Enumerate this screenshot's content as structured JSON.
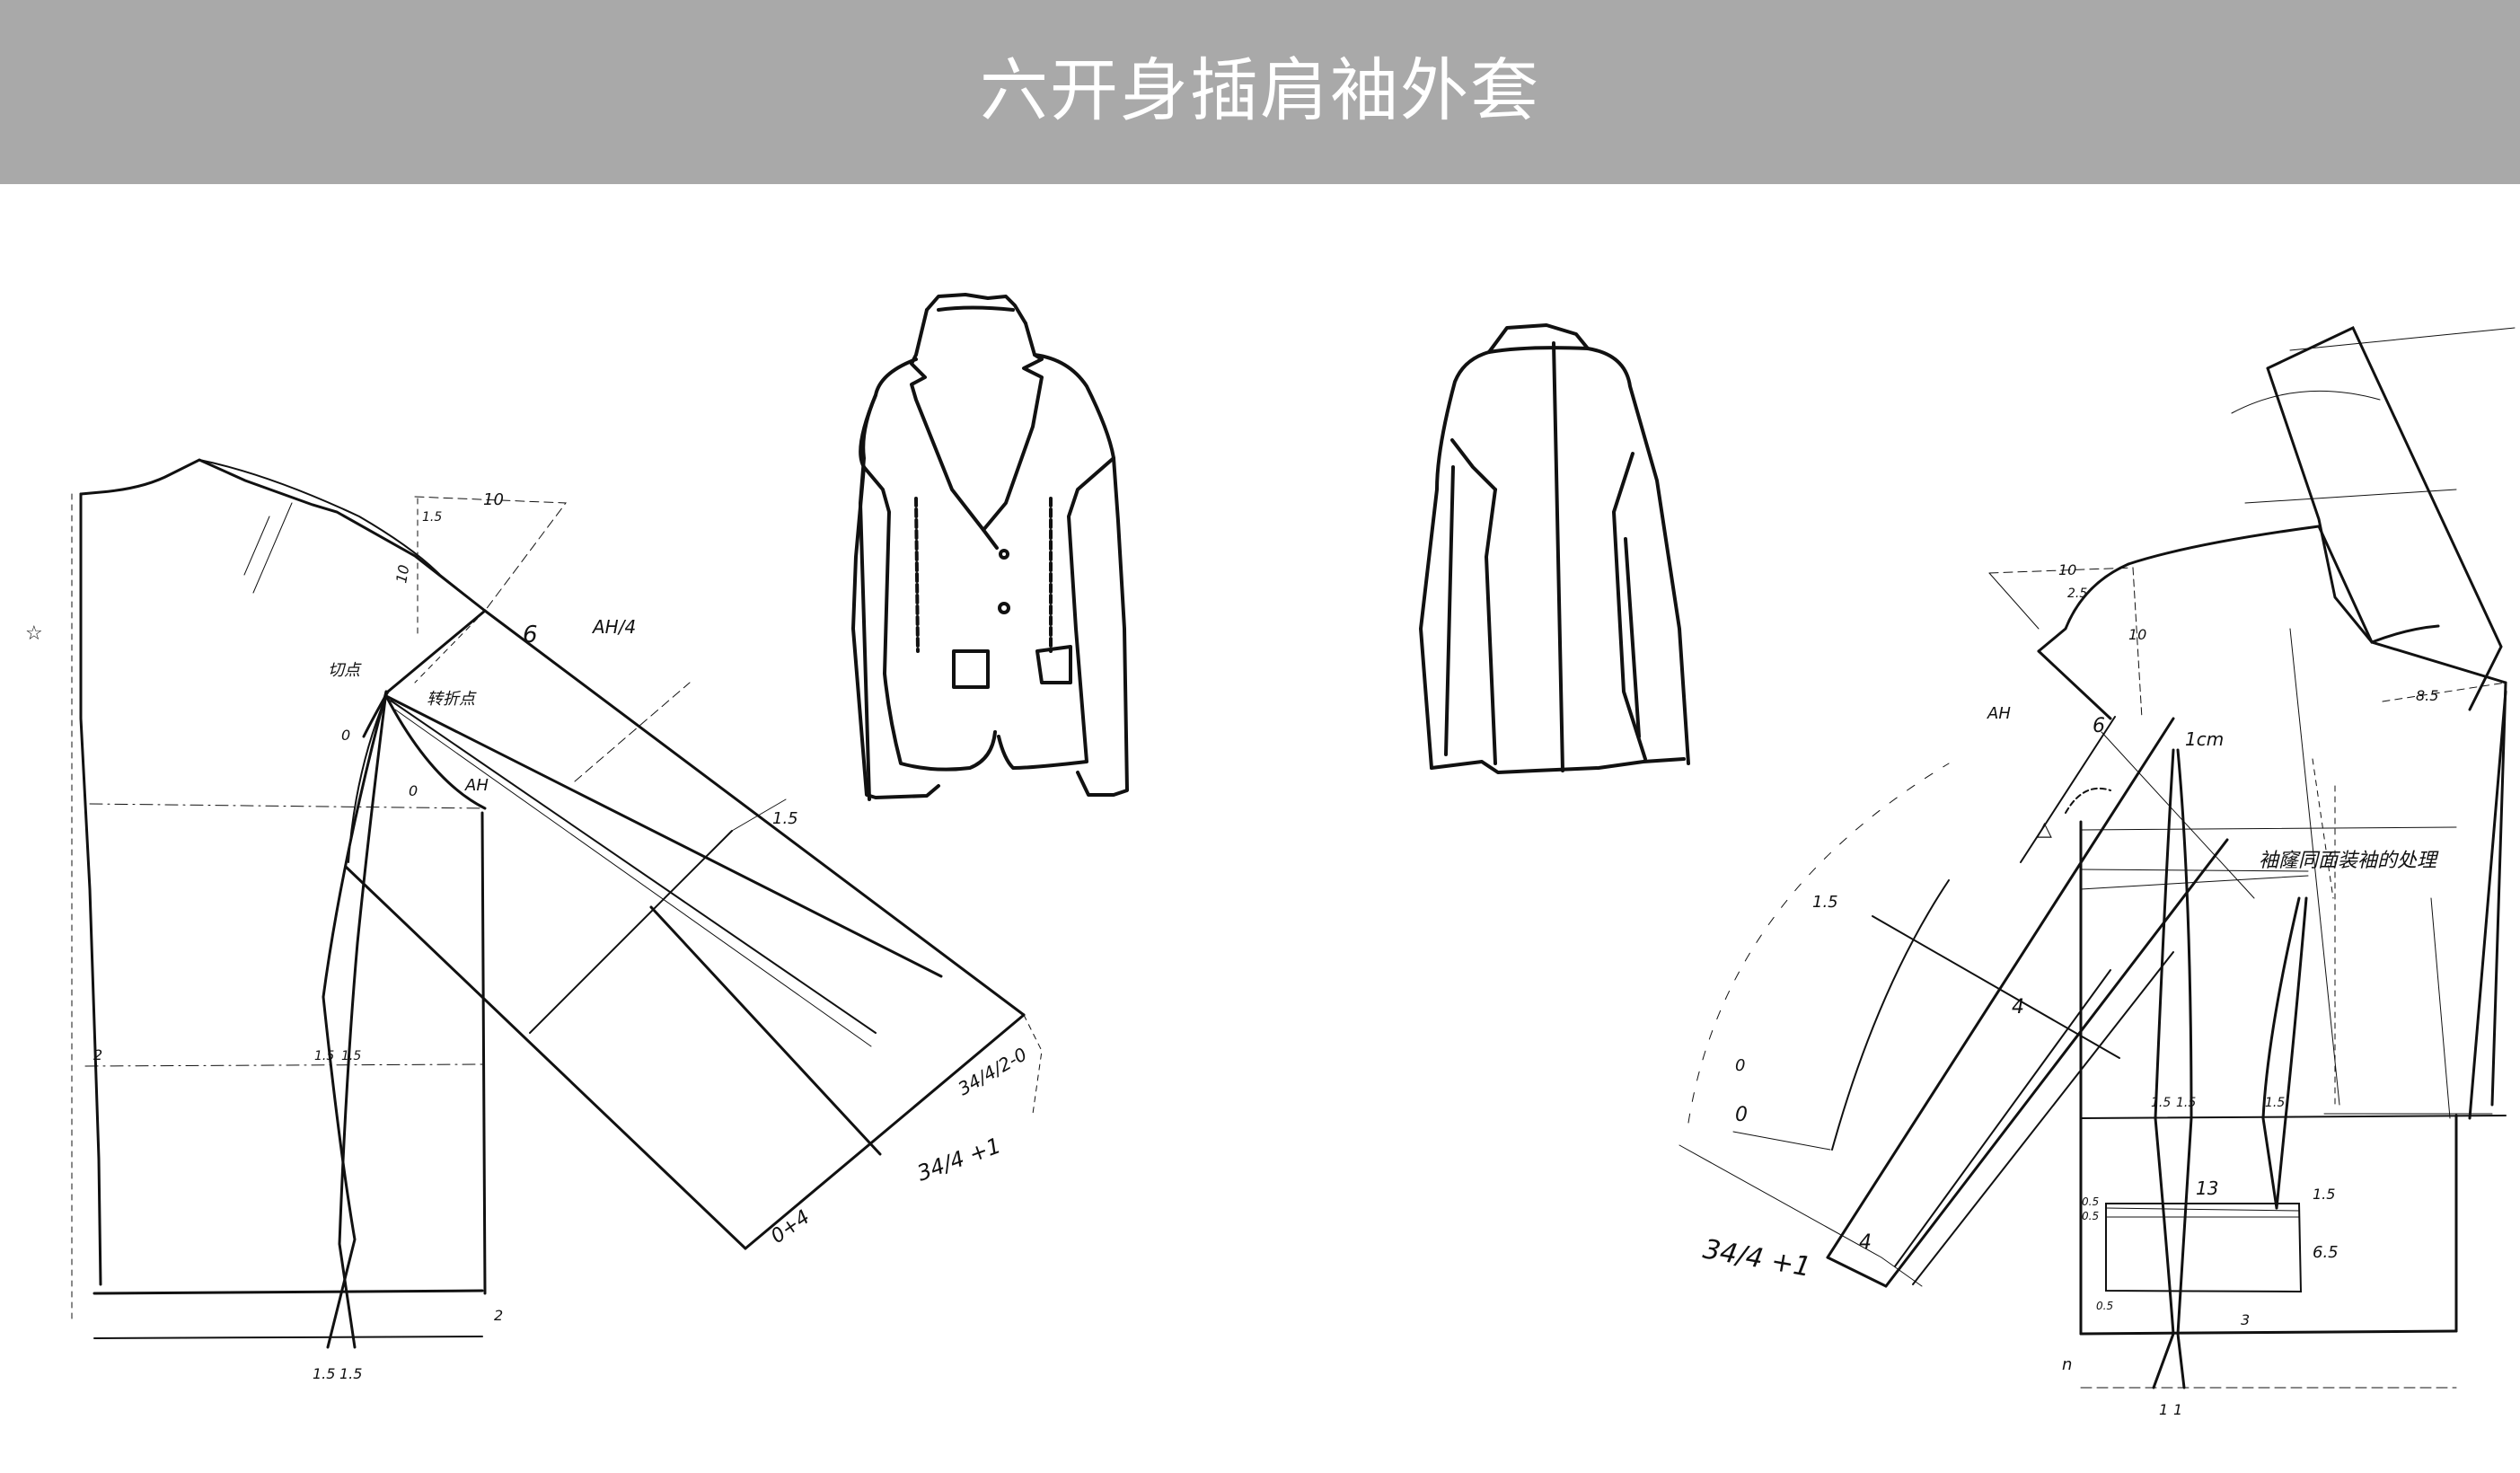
{
  "header": {
    "title": "六开身插肩袖外套",
    "background_color": "#a9a9a9",
    "text_color": "#ffffff"
  },
  "sketches": {
    "front_view": {
      "label": "jacket-front-flat-sketch"
    },
    "back_view": {
      "label": "jacket-back-flat-sketch"
    }
  },
  "left_pattern": {
    "description": "Front body with raglan sleeve draft",
    "annotations": {
      "shoulder_10_h": "10",
      "shoulder_15": "1.5",
      "shoulder_10_v": "10",
      "sleeve_6": "6",
      "armhole_star": "AH/4",
      "tangent_point": "切点",
      "turning_point": "转折点",
      "zero_a": "0",
      "zero_b": "0",
      "armhole_star_2": "AH",
      "elbow_15": "1.5",
      "cuff_front": "34/4/2-0",
      "cuff_plus1": "34/4 +1",
      "cuff_0_4": "0+4",
      "side_mark": "☆",
      "waist_2": "2",
      "dart_waist_left": "1.5",
      "dart_waist_right": "1.5",
      "hem_2": "2",
      "hem_dart_left": "1.5",
      "hem_dart_right": "1.5"
    }
  },
  "right_pattern": {
    "description": "Back body with raglan sleeve draft",
    "annotations": {
      "shoulder_10_h": "10",
      "shoulder_25": "2.5",
      "shoulder_10_v": "10",
      "sleeve_6": "6",
      "one_cm": "1cm",
      "armhole_ah": "AH",
      "triangle_mark": "△",
      "note": "袖窿同面装袖的处理",
      "back_85": "8.5",
      "sleeve_15": "1.5",
      "zero_a": "0",
      "zero_b": "0",
      "mid_4": "4",
      "cuff_4": "4",
      "cuff_formula": "34/4 +1",
      "dart_left": "1.5",
      "dart_mid": "1.5",
      "dart_right": "1.5",
      "pocket_width": "13",
      "pocket_15": "1.5",
      "pocket_05_a": "0.5",
      "pocket_05_b": "0.5",
      "pocket_05_c": "0.5",
      "pocket_height": "6.5",
      "pocket_3": "3",
      "hem_n": "n",
      "hem_dart_left": "1",
      "hem_dart_right": "1"
    }
  }
}
